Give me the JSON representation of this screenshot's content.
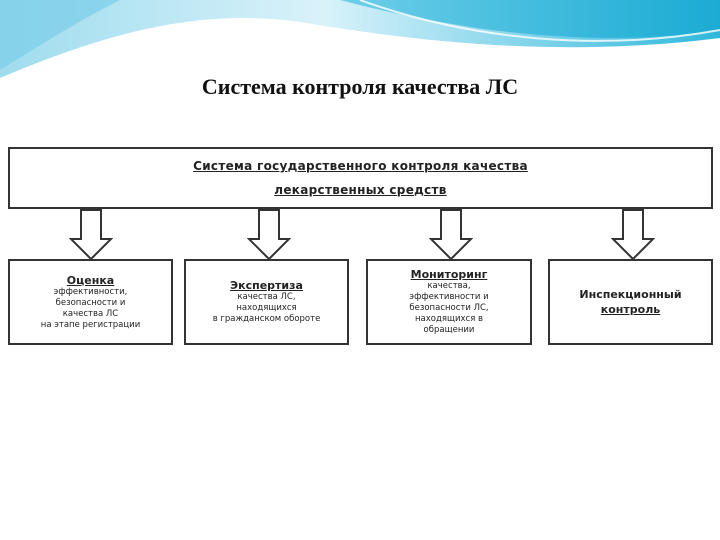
{
  "slide": {
    "title": "Система контроля качества ЛС"
  },
  "diagram": {
    "main": {
      "line1": "Система государственного контроля качества",
      "line2": "лекарственных средств"
    },
    "branches": [
      {
        "title": "Оценка",
        "lines": [
          "эффективности,",
          "безопасности и",
          "качества ЛС",
          "на этапе регистрации"
        ]
      },
      {
        "title": "Экспертиза",
        "lines": [
          "качества ЛС,",
          "находящихся",
          "в гражданском обороте"
        ]
      },
      {
        "title": "Мониторинг",
        "lines": [
          "качества,",
          "эффективности и",
          "безопасности ЛС,",
          "находящихся в",
          "обращении"
        ]
      },
      {
        "title_line1": "Инспекционный",
        "title_line2": "контроль"
      }
    ]
  },
  "colors": {
    "header_top": "#1fb4d6",
    "header_light": "#c9ecf7",
    "border": "#333333"
  }
}
